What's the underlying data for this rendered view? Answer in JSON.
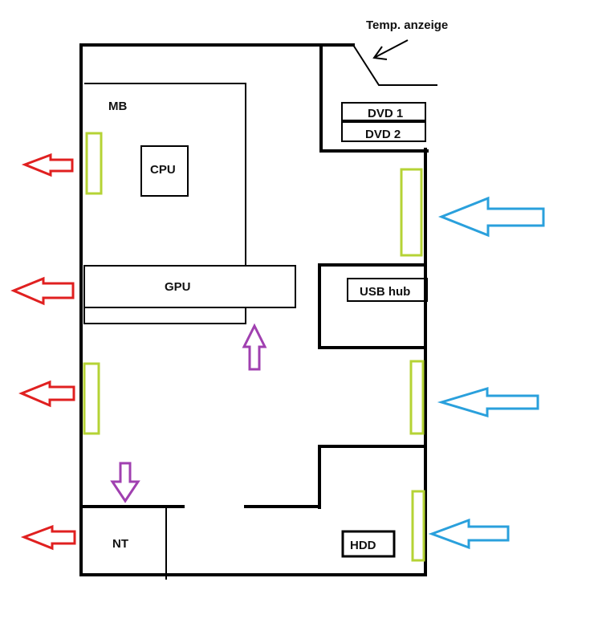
{
  "labels": {
    "temp": "Temp. anzeige",
    "mb": "MB",
    "cpu": "CPU",
    "gpu": "GPU",
    "dvd1": "DVD 1",
    "dvd2": "DVD 2",
    "usb": "USB hub",
    "nt": "NT",
    "hdd": "HDD"
  },
  "colors": {
    "exhaust_arrow": "#e02020",
    "intake_arrow": "#2aa0dc",
    "internal_arrow": "#a040b0",
    "fan": "#b5d335",
    "outline": "#000000",
    "pointer_arrow": "#000000"
  },
  "arrows": {
    "exhaust": [
      "exhaust-arrow-1",
      "exhaust-arrow-2",
      "exhaust-arrow-3",
      "exhaust-arrow-4"
    ],
    "intake": [
      "intake-arrow-1",
      "intake-arrow-2",
      "intake-arrow-3"
    ],
    "internal": [
      "airflow-up-arrow",
      "airflow-down-arrow"
    ]
  }
}
